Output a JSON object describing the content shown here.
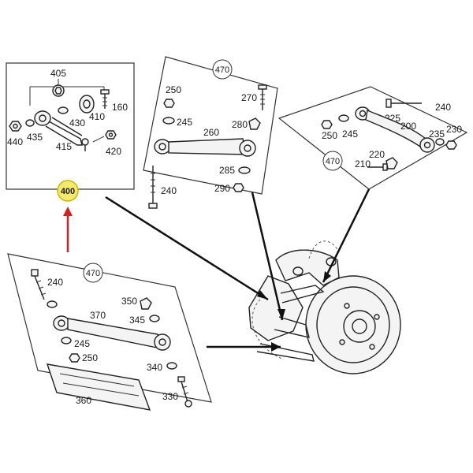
{
  "colors": {
    "highlight_fill": "#f3e96a",
    "highlight_stroke": "#c9b800",
    "arrow_red": "#d42020",
    "line": "#222222"
  },
  "callouts": {
    "top_left_box": {
      "ref": "400",
      "parts": [
        "405",
        "160",
        "410",
        "430",
        "440",
        "435",
        "415",
        "420"
      ]
    },
    "top_middle_box": {
      "ref": "470",
      "parts": [
        "250",
        "245",
        "270",
        "280",
        "260",
        "285",
        "290",
        "240"
      ]
    },
    "top_right_box": {
      "ref": "470",
      "parts": [
        "240",
        "250",
        "245",
        "225",
        "200",
        "235",
        "230",
        "220",
        "210"
      ]
    },
    "bottom_left_box": {
      "ref": "470",
      "parts": [
        "240",
        "350",
        "370",
        "345",
        "245",
        "250",
        "340",
        "330",
        "360"
      ]
    }
  }
}
